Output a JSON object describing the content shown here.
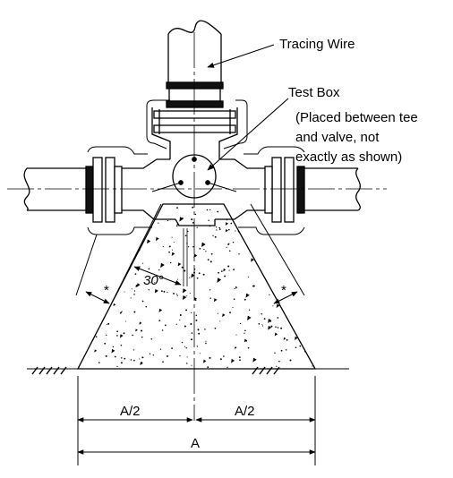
{
  "labels": {
    "tracing_wire": "Tracing Wire",
    "test_box": "Test Box",
    "test_box_note_1": "(Placed between tee",
    "test_box_note_2": "and valve, not",
    "test_box_note_3": "exactly as shown)",
    "angle": "30°",
    "asterisk": "*"
  },
  "dimensions": {
    "half_left": "A/2",
    "half_right": "A/2",
    "full": "A"
  },
  "colors": {
    "line": "#000000",
    "background": "#ffffff"
  }
}
